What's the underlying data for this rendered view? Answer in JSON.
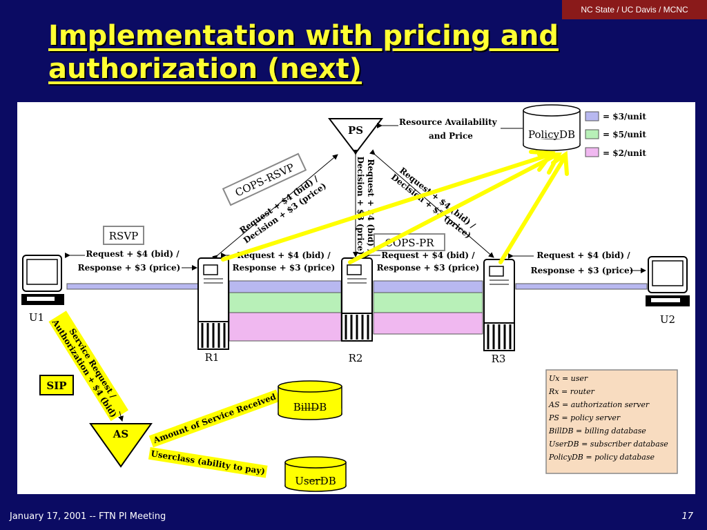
{
  "header": {
    "badge": "NC State / UC Davis / MCNC",
    "title_line1": "Implementation with pricing and",
    "title_line2": "authorization (next)"
  },
  "footer": {
    "date_event": "January 17, 2001 -- FTN PI Meeting",
    "page_number": "17"
  },
  "diagram": {
    "nodes": {
      "ps": "PS",
      "policydb": "PolicyDB",
      "billdb": "BillDB",
      "userdb": "UserDB",
      "as": "AS",
      "u1": "U1",
      "u2": "U2",
      "r1": "R1",
      "r2": "R2",
      "r3": "R3"
    },
    "protocol_boxes": {
      "cops_rsvp": "COPS-RSVP",
      "rsvp": "RSVP",
      "cops_pr": "COPS-PR",
      "sip": "SIP"
    },
    "price_legend": [
      {
        "label": "= $3/unit",
        "color": "#b8b8f0"
      },
      {
        "label": "= $5/unit",
        "color": "#b8f0b8"
      },
      {
        "label": "= $2/unit",
        "color": "#f0b8f0"
      }
    ],
    "messages": {
      "resource_line1": "Resource Availability",
      "resource_line2": "and Price",
      "u1_r1_line1": "Request + $4 (bid) /",
      "u1_r1_line2": "Response + $3 (price)",
      "r1_r2_line1": "Request + $4 (bid) /",
      "r1_r2_line2": "Response + $3 (price)",
      "r2_r3_line1": "Request + $4 (bid) /",
      "r2_r3_line2": "Response + $3 (price)",
      "r3_u2_line1": "Request + $4 (bid) /",
      "r3_u2_line2": "Response + $3 (price)",
      "r1_ps_line1": "Request + $4 (bid) /",
      "r1_ps_line2": "Decision + $3 (price)",
      "r2_ps_line1": "Request + $4 (bid) /",
      "r2_ps_line2": "Decision + $3 (price)",
      "r3_ps_line1": "Request + $4 (bid) /",
      "r3_ps_line2": "Decision + $3 (price)",
      "service_line1": "Service Request /",
      "service_line2": "Authorization + $4 (bid)",
      "amount": "Amount of Service Received",
      "userclass": "Userclass (ability to pay)"
    },
    "key_legend": [
      "Ux = user",
      "Rx = router",
      "AS = authorization server",
      "PS = policy server",
      "BillDB = billing database",
      "UserDB = subscriber database",
      "PolicyDB = policy database"
    ],
    "colors": {
      "highlight_arrow": "#ffff00",
      "slide_background": "#0b0b63",
      "title": "#ffff33",
      "legend_box": "#f8dcc0"
    }
  }
}
